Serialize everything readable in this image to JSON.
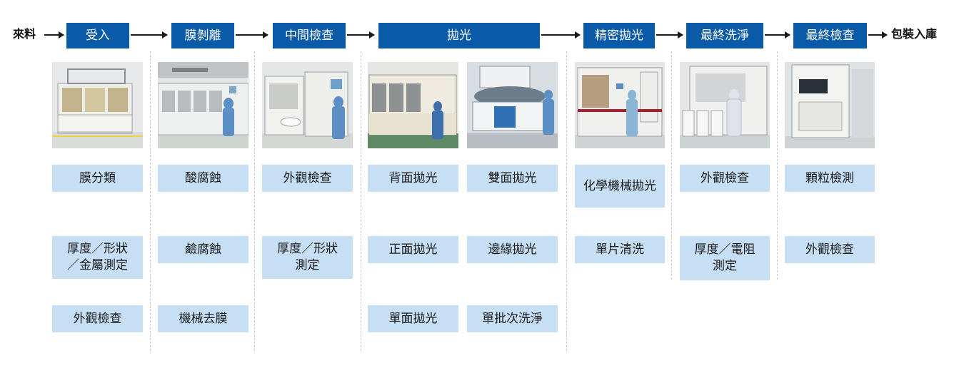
{
  "colors": {
    "stage_bg": "#0b5aa8",
    "box_bg": "#c6dff5",
    "arrow": "#1a1a1a",
    "divider": "#c9c9c9"
  },
  "flow": {
    "start": "來料",
    "end": "包裝入庫",
    "stages": [
      {
        "id": "receiving",
        "label": "受入",
        "photos": [
          "receiving-equipment-photo"
        ],
        "steps": [
          "膜分類",
          "厚度／形狀\n／金屬測定",
          "外觀檢查"
        ]
      },
      {
        "id": "film-removal",
        "label": "膜剝離",
        "photos": [
          "film-removal-equipment-photo"
        ],
        "steps": [
          "酸腐蝕",
          "鹼腐蝕",
          "機械去膜"
        ]
      },
      {
        "id": "mid-inspection",
        "label": "中間檢查",
        "photos": [
          "mid-inspection-equipment-photo"
        ],
        "steps": [
          "外觀檢查",
          "厚度／形狀\n測定"
        ]
      },
      {
        "id": "polishing",
        "label": "拋光",
        "photos": [
          "polishing-equipment-photo-1",
          "polishing-equipment-photo-2"
        ],
        "steps": [
          "背面拋光",
          "雙面拋光",
          "正面拋光",
          "邊緣拋光",
          "單面拋光",
          "單批次洗淨"
        ]
      },
      {
        "id": "precision-polishing",
        "label": "精密拋光",
        "photos": [
          "precision-polishing-equipment-photo"
        ],
        "steps": [
          "化學機械拋光",
          "單片清洗"
        ]
      },
      {
        "id": "final-cleaning",
        "label": "最終洗淨",
        "photos": [
          "final-cleaning-equipment-photo"
        ],
        "steps": [
          "外觀檢查",
          "厚度／電阻\n測定"
        ]
      },
      {
        "id": "final-inspection",
        "label": "最終檢查",
        "photos": [
          "final-inspection-equipment-photo"
        ],
        "steps": [
          "顆粒檢測",
          "外觀檢查"
        ]
      }
    ]
  }
}
